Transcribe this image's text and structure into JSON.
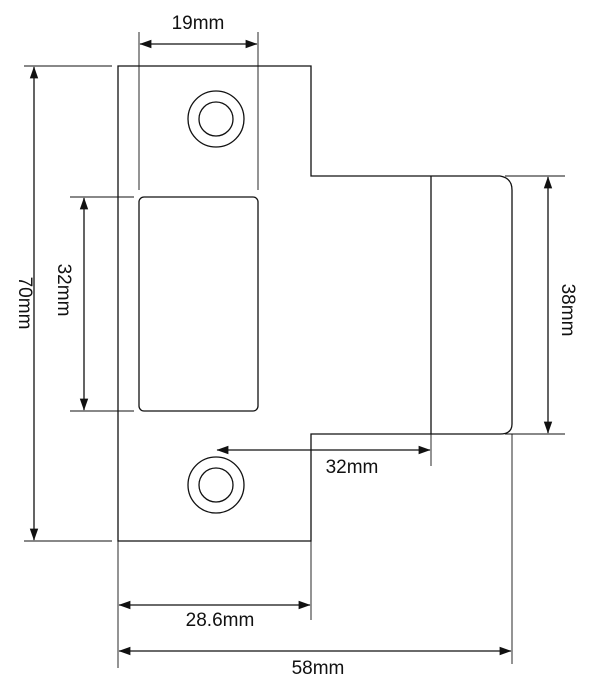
{
  "diagram": {
    "line_color": "#111111",
    "background": "#ffffff",
    "dimensions": {
      "top_width": "19mm",
      "total_height": "70mm",
      "opening_height": "32mm",
      "tongue_height": "38mm",
      "hole_to_lip": "32mm",
      "plate_width": "28.6mm",
      "total_width": "58mm"
    }
  }
}
